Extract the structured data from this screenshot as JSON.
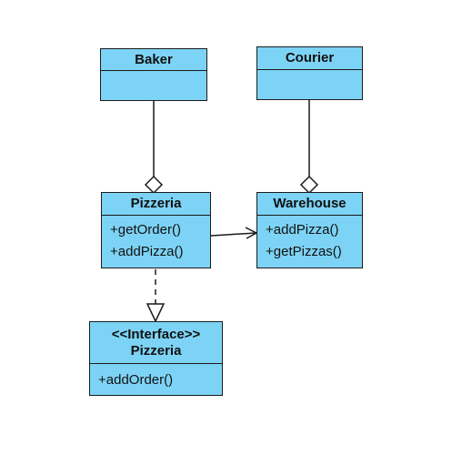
{
  "colors": {
    "fill": "#7dd3f5",
    "stroke": "#1b1b1b"
  },
  "classes": {
    "baker": {
      "name": "Baker",
      "operations": []
    },
    "courier": {
      "name": "Courier",
      "operations": []
    },
    "pizzeria": {
      "name": "Pizzeria",
      "operations": [
        "+getOrder()",
        "+addPizza()"
      ]
    },
    "warehouse": {
      "name": "Warehouse",
      "operations": [
        "+addPizza()",
        "+getPizzas()"
      ]
    },
    "pizzeria_interface": {
      "stereotype": "<<Interface>>",
      "name": "Pizzeria",
      "operations": [
        "+addOrder()"
      ]
    }
  },
  "relations": [
    {
      "from": "Baker",
      "to": "Pizzeria",
      "kind": "aggregation"
    },
    {
      "from": "Courier",
      "to": "Warehouse",
      "kind": "aggregation"
    },
    {
      "from": "Pizzeria",
      "to": "Warehouse",
      "kind": "association"
    },
    {
      "from": "Pizzeria",
      "to": "<<Interface>> Pizzeria",
      "kind": "realization"
    }
  ]
}
